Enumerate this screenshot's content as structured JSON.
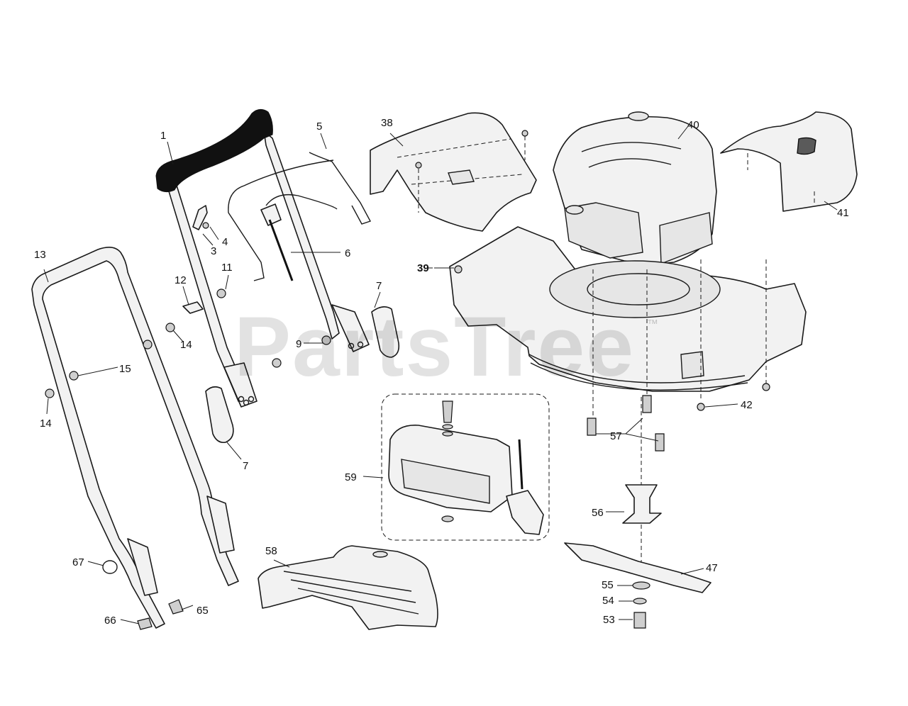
{
  "diagram": {
    "callouts": [
      {
        "id": "1",
        "label": "1"
      },
      {
        "id": "3",
        "label": "3"
      },
      {
        "id": "4",
        "label": "4"
      },
      {
        "id": "5",
        "label": "5"
      },
      {
        "id": "6",
        "label": "6"
      },
      {
        "id": "7a",
        "label": "7"
      },
      {
        "id": "7b",
        "label": "7"
      },
      {
        "id": "9",
        "label": "9"
      },
      {
        "id": "11",
        "label": "11"
      },
      {
        "id": "12",
        "label": "12"
      },
      {
        "id": "13",
        "label": "13"
      },
      {
        "id": "14a",
        "label": "14"
      },
      {
        "id": "14b",
        "label": "14"
      },
      {
        "id": "15",
        "label": "15"
      },
      {
        "id": "38",
        "label": "38"
      },
      {
        "id": "39",
        "label": "39"
      },
      {
        "id": "40",
        "label": "40"
      },
      {
        "id": "41",
        "label": "41"
      },
      {
        "id": "42",
        "label": "42"
      },
      {
        "id": "47",
        "label": "47"
      },
      {
        "id": "53",
        "label": "53"
      },
      {
        "id": "54",
        "label": "54"
      },
      {
        "id": "55",
        "label": "55"
      },
      {
        "id": "56",
        "label": "56"
      },
      {
        "id": "57",
        "label": "57"
      },
      {
        "id": "58",
        "label": "58"
      },
      {
        "id": "59",
        "label": "59"
      },
      {
        "id": "65",
        "label": "65"
      },
      {
        "id": "66",
        "label": "66"
      },
      {
        "id": "67",
        "label": "67"
      }
    ]
  },
  "watermark": {
    "text": "PartsTree",
    "trademark": "™"
  },
  "colors": {
    "background": "#ffffff",
    "line": "#1a1a1a",
    "part_fill": "#f2f2f2",
    "watermark": "#bdbdbd"
  }
}
